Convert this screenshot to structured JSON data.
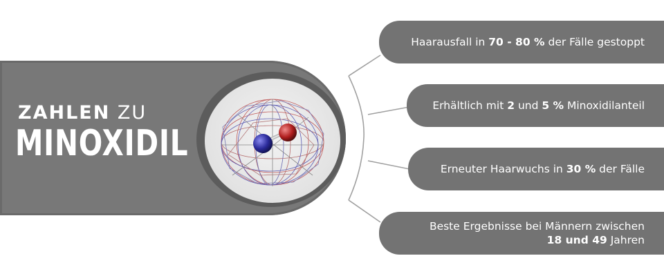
{
  "title": {
    "line1_bold": "ZAHLEN",
    "line1_light": "ZU",
    "line2": "MINOXIDIL"
  },
  "facts": [
    {
      "pre": "Haarausfall in ",
      "bold": "70 - 80 %",
      "post": " der Fälle gestoppt"
    },
    {
      "pre": "Erhältlich mit ",
      "bold": "2",
      "mid": " und ",
      "bold2": "5 %",
      "post": " Minoxidilanteil"
    },
    {
      "pre": "Erneuter Haarwuchs in ",
      "bold": "30 %",
      "post": " der Fälle"
    },
    {
      "line1": "Beste Ergebnisse bei Männern zwischen",
      "bold": "18 und 49",
      "post": " Jahren"
    }
  ],
  "colors": {
    "banner": "#787878",
    "pill": "#737373",
    "atom_nitrogen": "#2a2a9a",
    "atom_oxygen": "#b01e1e"
  },
  "icons": [
    "molecule-icon"
  ]
}
